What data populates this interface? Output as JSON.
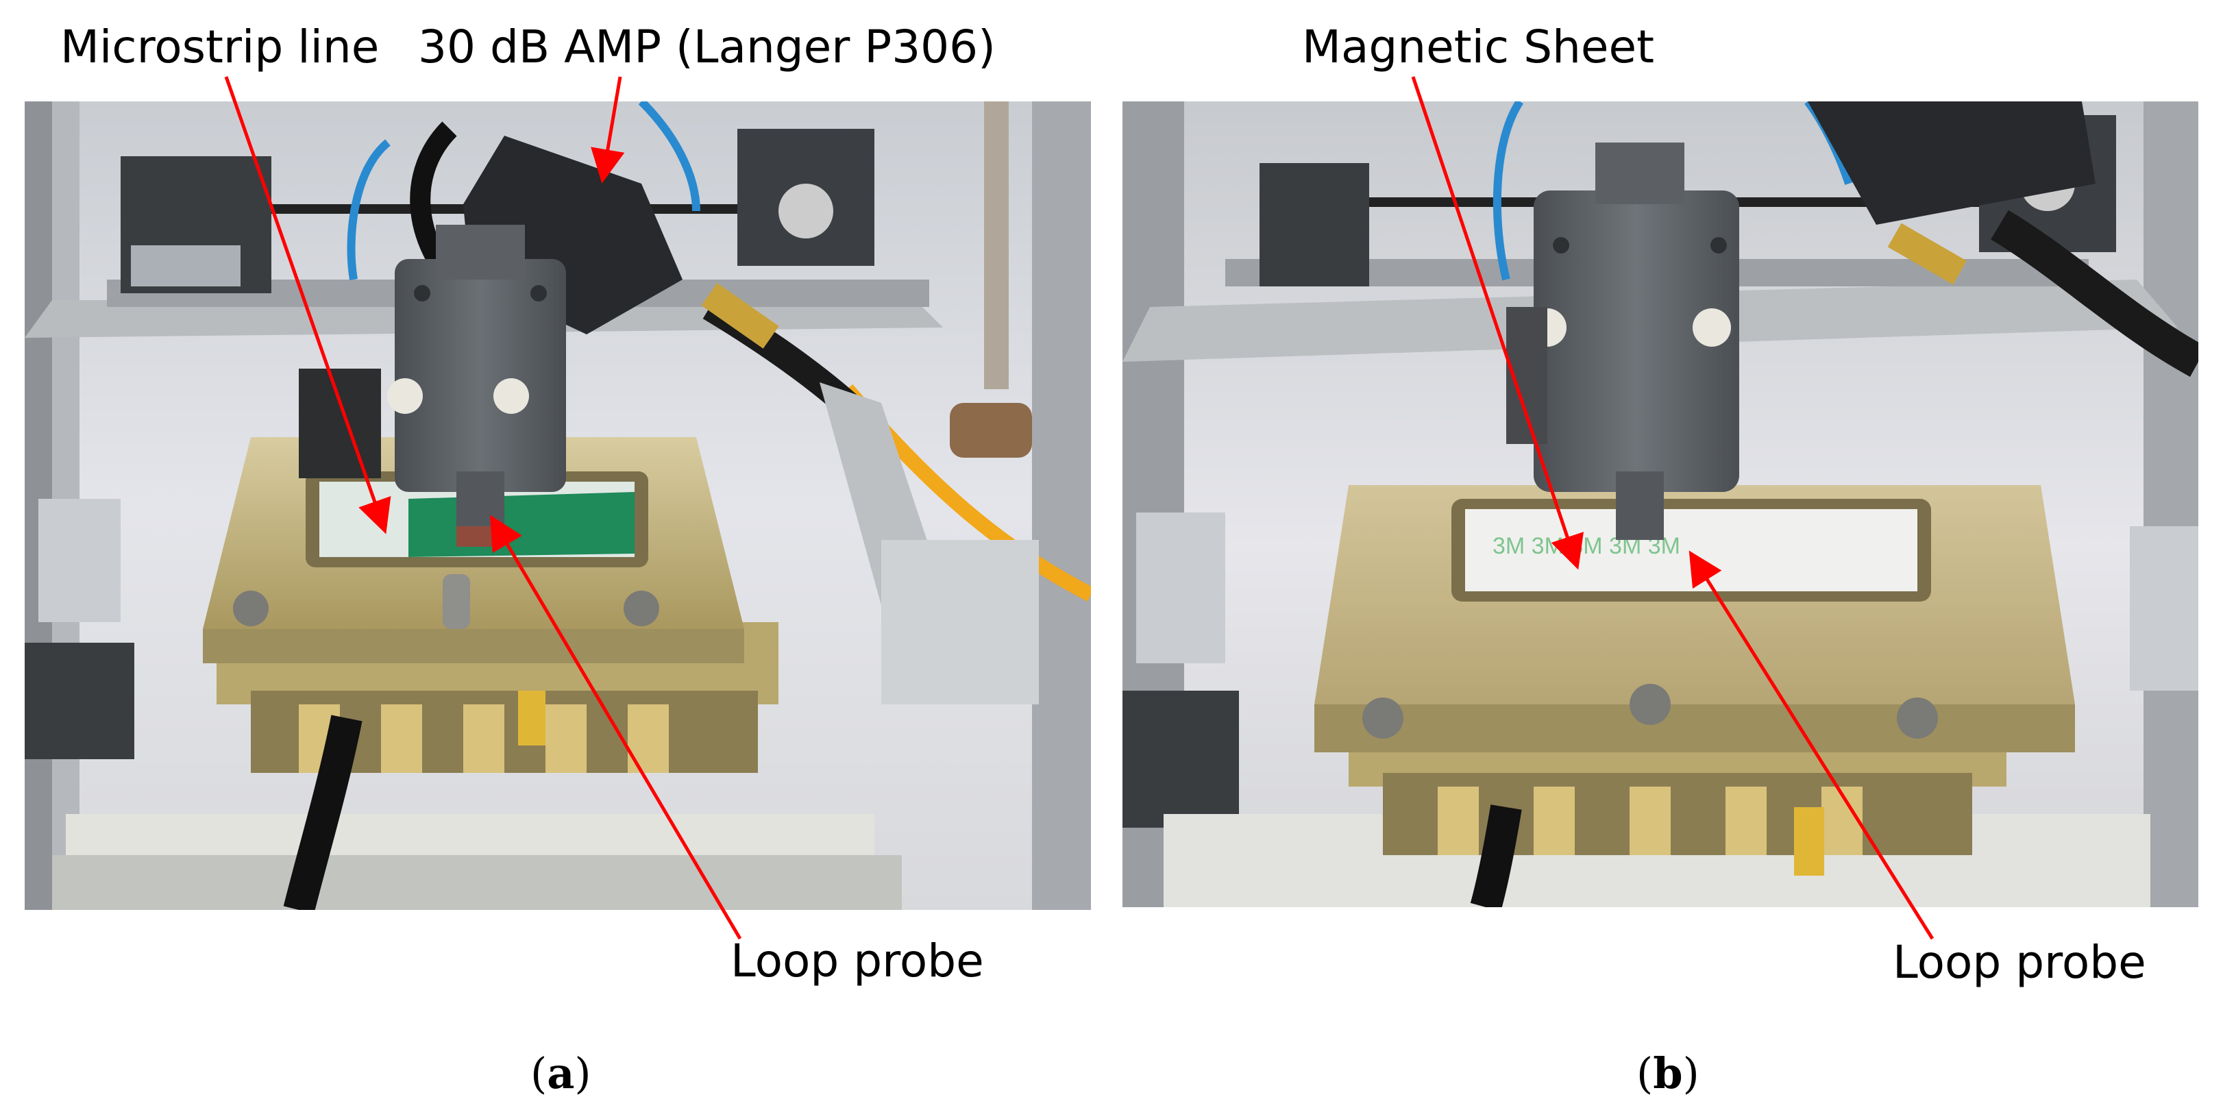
{
  "figure": {
    "panel_a": {
      "labels": {
        "microstrip": "Microstrip line",
        "amplifier": "30 dB AMP (Langer P306)",
        "loop_probe": "Loop probe"
      },
      "caption_letter": "a"
    },
    "panel_b": {
      "labels": {
        "magnetic_sheet": "Magnetic Sheet",
        "loop_probe": "Loop probe"
      },
      "caption_letter": "b"
    },
    "colors": {
      "annotation_arrow": "#ff0000",
      "gold_fixture": "#c8b98a",
      "probe_body": "#5e6266",
      "pcb_green": "#1f8a5a"
    }
  }
}
